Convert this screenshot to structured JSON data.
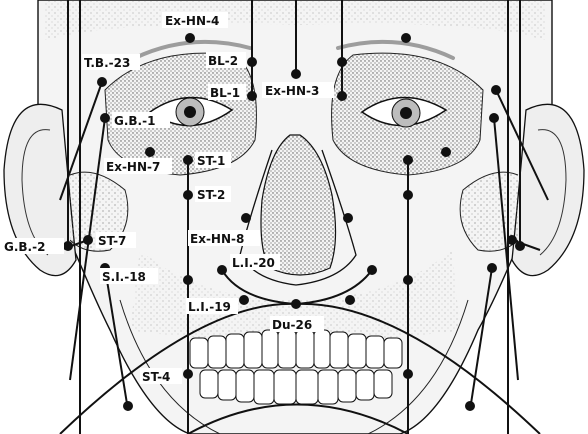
{
  "colors": {
    "ink": "#111111",
    "skin": "#f4f4f4",
    "shade": "#cfcfcf",
    "background": "#ffffff"
  },
  "labels": {
    "ex_hn_4": "Ex-HN-4",
    "tb_23": "T.B.-23",
    "bl_2": "BL-2",
    "bl_1": "BL-1",
    "ex_hn_3": "Ex-HN-3",
    "gb_1": "G.B.-1",
    "ex_hn_7": "Ex-HN-7",
    "st_1": "ST-1",
    "st_2": "ST-2",
    "ex_hn_8": "Ex-HN-8",
    "gb_2": "G.B.-2",
    "st_7": "ST-7",
    "si_18": "S.I.-18",
    "li_20": "L.I.-20",
    "li_19": "L.I.-19",
    "du_26": "Du-26",
    "st_4": "ST-4"
  }
}
